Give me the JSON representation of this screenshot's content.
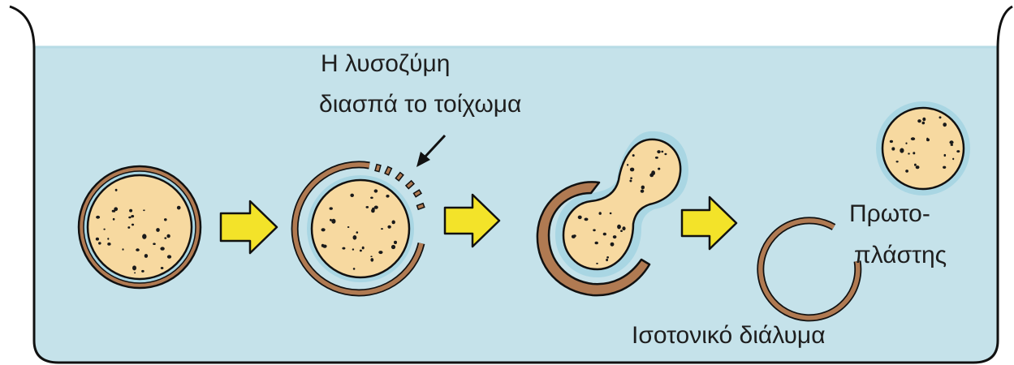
{
  "labels": {
    "lysozyme_line1": "Η λυσοζύμη",
    "lysozyme_line2": "διασπά το τοίχωμα",
    "protoplast_line1": "Πρωτο-",
    "protoplast_line2": "πλάστης",
    "solution": "Ισοτονικό διάλυμα"
  },
  "colors": {
    "solution": "#c5e2ea",
    "solution_edge": "#a8d2dd",
    "cytoplasm": "#f7d9a0",
    "cell_wall": "#b07a52",
    "membrane_gap": "#a9d6e3",
    "arrow": "#f3e329",
    "outline": "#111111"
  },
  "icons": [
    "beaker",
    "bacterial-cell",
    "process-arrow",
    "pointer-arrow",
    "protoplast"
  ]
}
